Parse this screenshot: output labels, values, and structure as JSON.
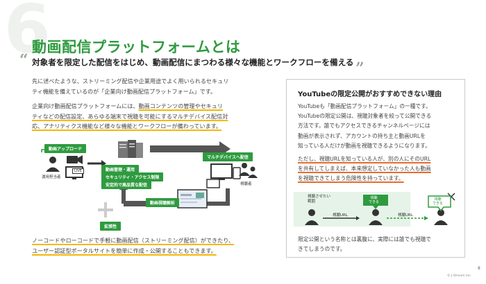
{
  "slide": {
    "number": "6",
    "page": "8",
    "copyright": "© J-Stream Inc.",
    "accent_color": "#2e9b3f",
    "underline_color": "#f5b800",
    "title": "動画配信プラットフォームとは",
    "subtitle": "対象者を限定した配信をはじめ、動画配信にまつわる様々な機能とワークフローを備える",
    "quote_open": "“",
    "quote_close": "”"
  },
  "body": {
    "p1_l1": "先に述べたような、ストリーミング配信や企業用途でよく用いられるセキュリ",
    "p1_l2": "ティ機能を備えているのが「企業向け動画配信プラットフォーム」です。",
    "p2_l1_a": "企業向け動画配信プラットフォームには、",
    "p2_l1_b": "動画コンテンツの管理やセキュリ",
    "p2_l2": "ティなどの配信設定、あらゆる端末で視聴を可能にするマルチデバイス配信対",
    "p2_l3": "応、アナリティクス機能など様々な機能とワークフローが備わっています。",
    "p3_l1": "ノーコードやローコードで手軽に動画配信（ストリーミング配信）ができたり、",
    "p3_l2": "ユーザー認証型ポータルサイトを簡単に作成・公開することもできます。"
  },
  "diagram": {
    "upload": "動画アップロード",
    "operator": "運用担当者",
    "live": "LIVE",
    "mgmt": "動画管理・運用",
    "security": "セキュリティ・アクセス制限",
    "quality": "安定的で高品質な配信",
    "multi": "マルチデバイスへ配信",
    "viewer": "視聴者",
    "analytics": "動画視聴解析",
    "extend": "拡張性"
  },
  "card": {
    "title": "YouTubeの限定公開がおすすめできない理由",
    "t1_l1": "YouTubeも「動画配信プラットフォーム」の一種です。",
    "t1_l2": "YouTubeの限定公開は、視聴対象者を絞って公開できる",
    "t1_l3": "方法です。誰でもアクセスできるチャンネルページには",
    "t1_l4": "動画が表示されず、アカウントの持ち主と動画URLを",
    "t1_l5": "知っている人だけが動画を視聴できるようになります。",
    "t2_l1": "ただし、視聴URLを知っている人が、別の人にそのURL",
    "t2_l2": "を共有してしまえば、本来想定していなかった人も動画",
    "t2_l3": "を視聴できてしまう危険性を持っています。",
    "t3_l1": "限定公開という名称とは裏腹に、実際には誰でも視聴で",
    "t3_l2": "きてしまうのです。",
    "mini": {
      "left_l1": "視聴させたい",
      "left_l2": "範囲",
      "url1": "視聴URL",
      "can1_l1": "視聴",
      "can1_l2": "できる",
      "url2": "視聴URL",
      "can2_l1": "視聴",
      "can2_l2": "できる"
    }
  }
}
